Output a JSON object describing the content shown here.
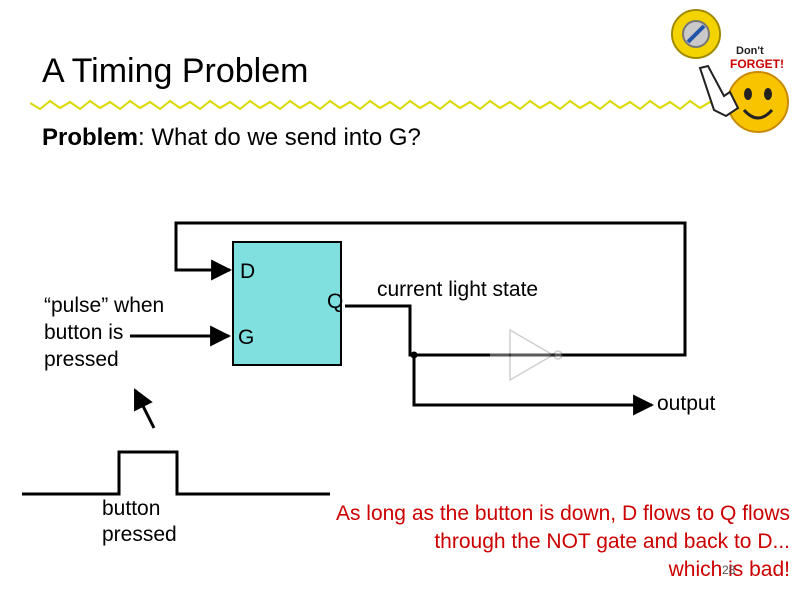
{
  "title": "A Timing Problem",
  "problem": {
    "label": "Problem",
    "text": ": What do we send into G?"
  },
  "latch": {
    "d_label": "D",
    "g_label": "G",
    "q_label": "Q",
    "fill": "#80dfdf"
  },
  "labels": {
    "pulse": [
      "“pulse” when",
      "button is",
      "pressed"
    ],
    "current_state": "current light state",
    "output": "output",
    "button_pressed": [
      "button",
      "pressed"
    ]
  },
  "caption": [
    "As long as the button is down, D flows to Q flows",
    "through the NOT gate and back to D...",
    "which is bad!"
  ],
  "page_number": "28",
  "sticker": {
    "text_top": "Don't",
    "text_bottom": "FORGET!"
  },
  "colors": {
    "caption": "#cc0000",
    "underline": "#d9d900",
    "wires": "#000000"
  }
}
